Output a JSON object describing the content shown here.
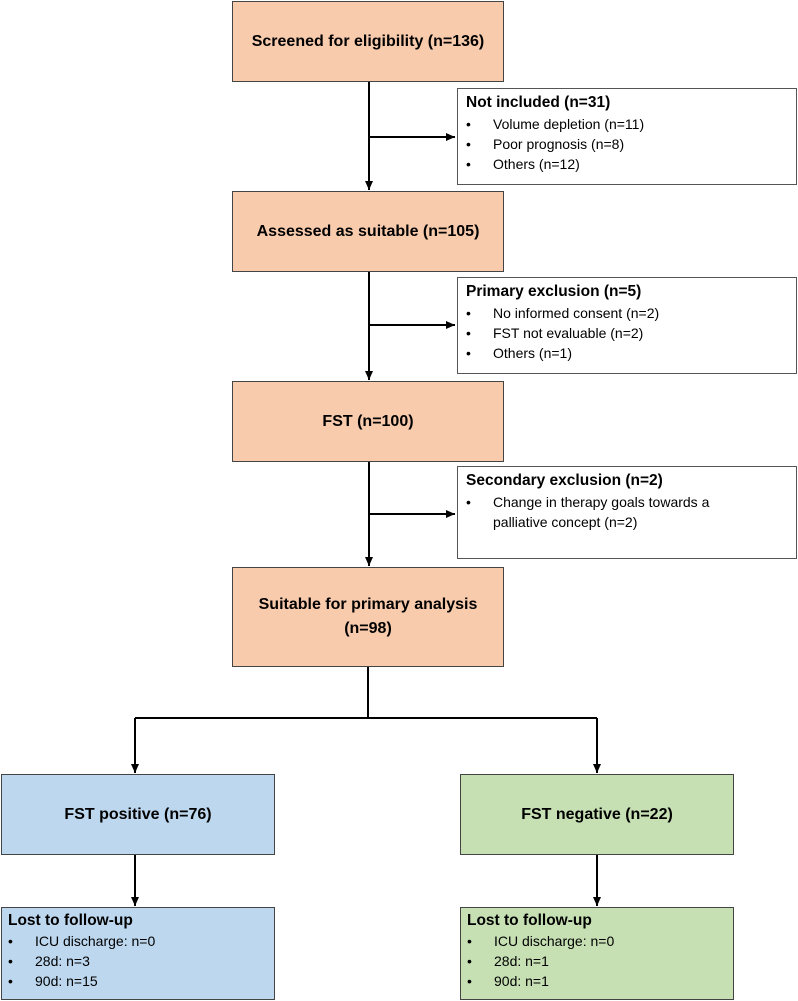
{
  "boxes": {
    "screened": "Screened for eligibility (n=136)",
    "assessed": "Assessed as suitable (n=105)",
    "fst": "FST (n=100)",
    "suitable_line1": "Suitable for primary analysis",
    "suitable_line2": "(n=98)"
  },
  "not_included": {
    "title": "Not included (n=31)",
    "items": [
      "Volume depletion (n=11)",
      "Poor prognosis (n=8)",
      "Others (n=12)"
    ]
  },
  "primary_exclusion": {
    "title": "Primary exclusion (n=5)",
    "items": [
      "No informed consent (n=2)",
      "FST not evaluable (n=2)",
      "Others (n=1)"
    ]
  },
  "secondary_exclusion": {
    "title": "Secondary exclusion (n=2)",
    "items": [
      "Change in therapy goals towards a palliative concept (n=2)"
    ]
  },
  "fst_positive": {
    "label": "FST positive (n=76)",
    "lost_title": "Lost to follow-up",
    "items": [
      "ICU discharge: n=0",
      "28d: n=3",
      "90d: n=15"
    ]
  },
  "fst_negative": {
    "label": "FST negative (n=22)",
    "lost_title": "Lost to follow-up",
    "items": [
      "ICU discharge: n=0",
      "28d: n=1",
      "90d: n=1"
    ]
  },
  "colors": {
    "main_box": "#f8cbad",
    "positive_box": "#bdd7ee",
    "negative_box": "#c6e0b4"
  }
}
